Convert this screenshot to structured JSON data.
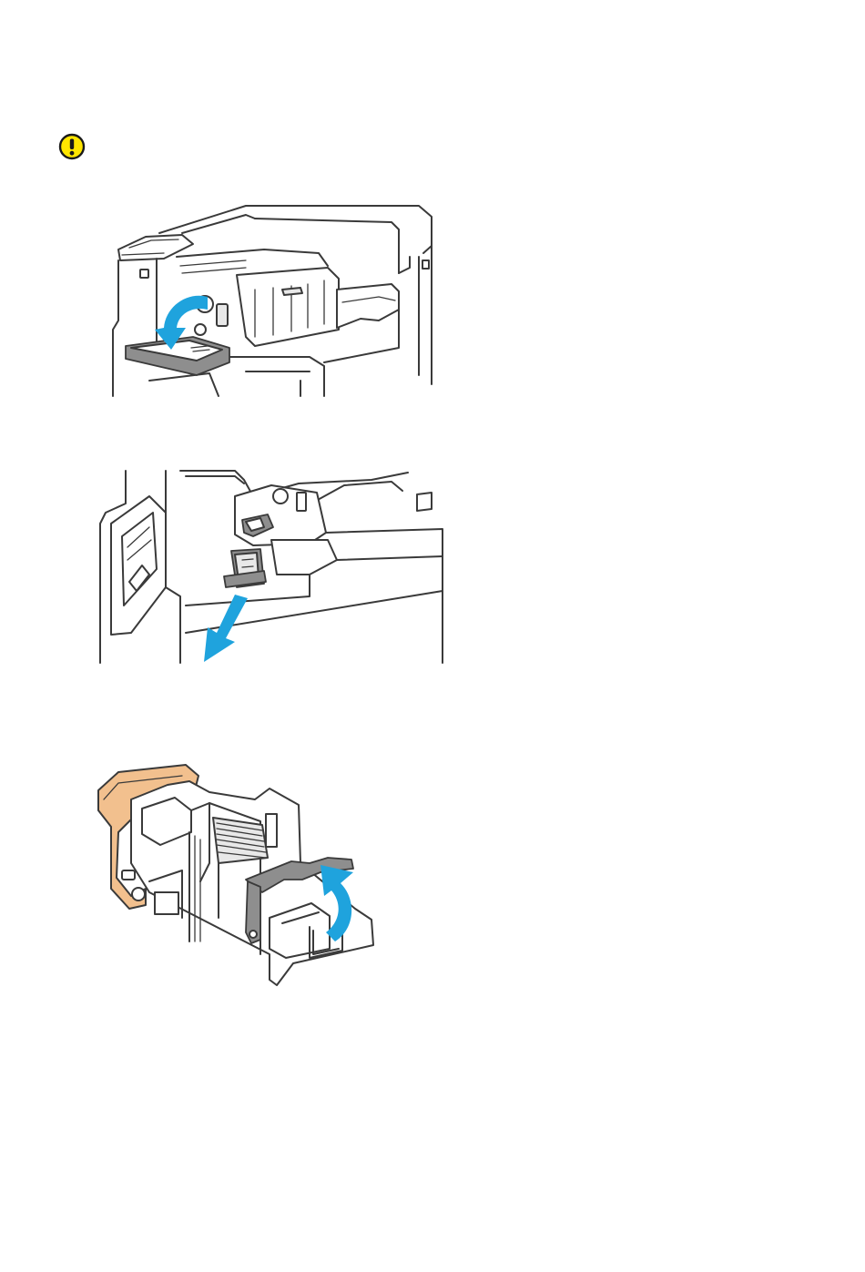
{
  "page": {
    "background": "#ffffff"
  },
  "caution": {
    "icon": "caution-icon",
    "icon_fill": "#ffe600",
    "icon_stroke": "#1a1a1a"
  },
  "figures": [
    {
      "id": "figure-1",
      "depicts": "printer-finisher-front-cover-open-arrow"
    },
    {
      "id": "figure-2",
      "depicts": "staple-cartridge-pull-out-arrow"
    },
    {
      "id": "figure-3",
      "depicts": "staple-cartridge-lever-lift-arrow"
    }
  ],
  "colors": {
    "arrow": "#1fa3dd",
    "highlight": "#f2c08e",
    "line": "#3a3a3a"
  }
}
